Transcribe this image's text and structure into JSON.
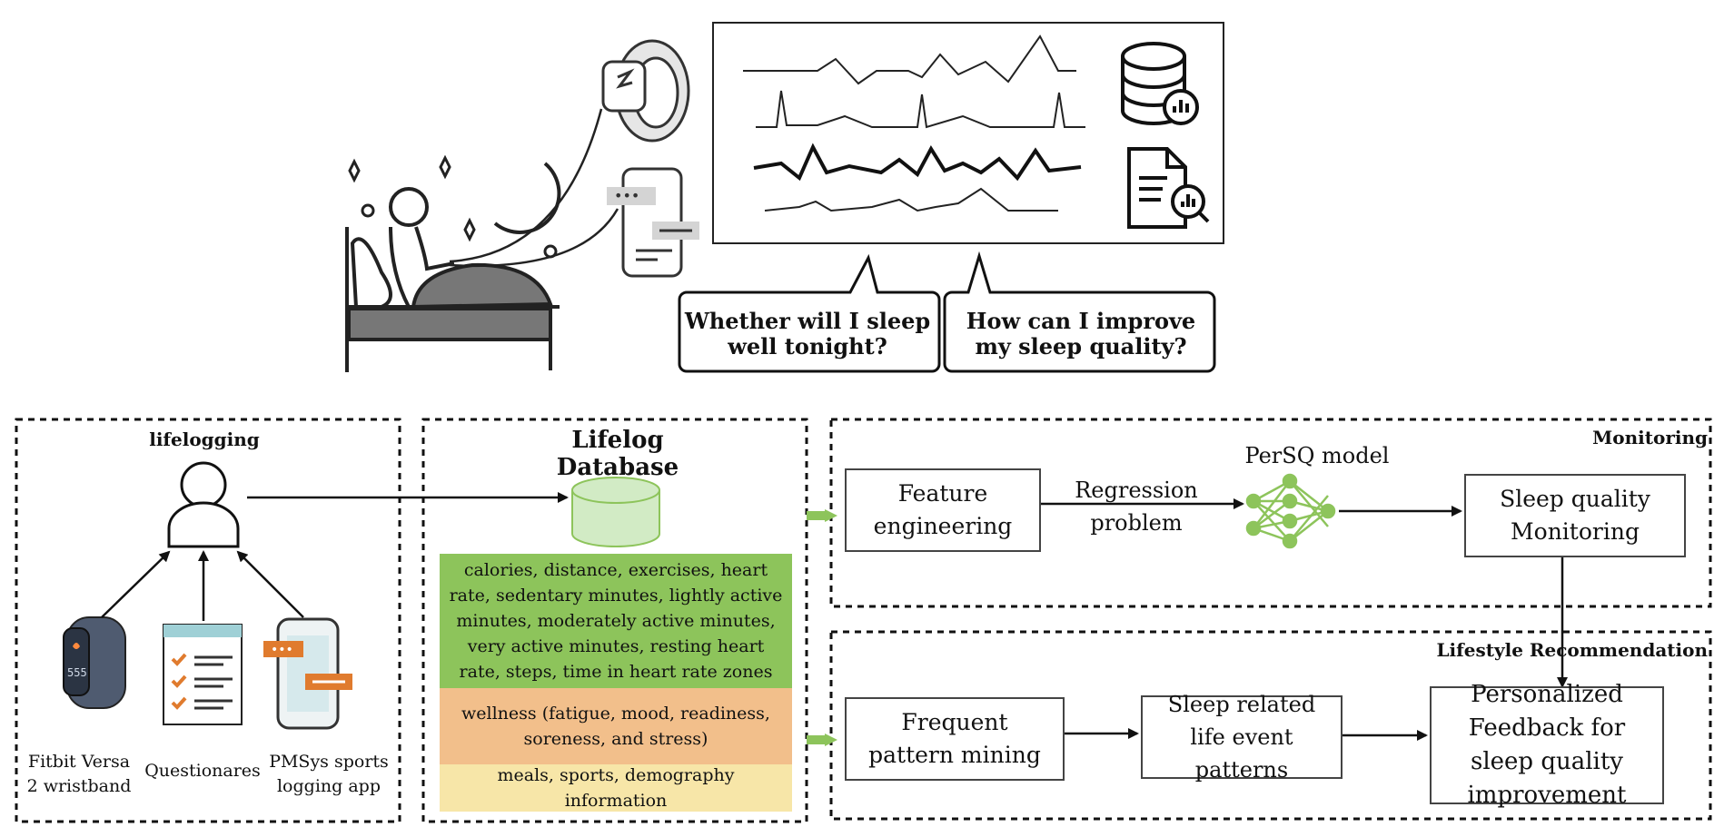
{
  "colors": {
    "green_band": "#8dc45b",
    "orange_band": "#f2bf8b",
    "yellow_band": "#f7e6a8",
    "green_accent": "#8dc45b",
    "db_fill": "#d2ebc5",
    "orange_icon": "#e07b2e"
  },
  "questions": {
    "q1": "Whether will I sleep well tonight?",
    "q2": "How can I improve my sleep quality?"
  },
  "lifelogging": {
    "title": "lifelogging",
    "sources": [
      "Fitbit Versa 2 wristband",
      "Questionares",
      "PMSys sports logging app"
    ]
  },
  "database": {
    "title": "Lifelog Database",
    "band_activity": "calories, distance, exercises, heart rate, sedentary minutes, lightly active minutes, moderately active minutes, very active minutes, resting heart rate, steps, time in heart rate zones",
    "band_wellness": "wellness (fatigue, mood, readiness, soreness, and stress)",
    "band_other": "meals, sports, demography information"
  },
  "monitoring": {
    "title": "Monitoring",
    "feature_engineering": "Feature engineering",
    "regression": "Regression problem",
    "model": "PerSQ model",
    "sleep_monitoring": "Sleep quality Monitoring"
  },
  "recommendation": {
    "title": "Lifestyle Recommendation",
    "pattern_mining": "Frequent pattern mining",
    "life_events": "Sleep related life event patterns",
    "feedback": "Personalized Feedback for sleep quality improvement"
  },
  "icons": [
    "sleeping-person-icon",
    "moon-icon",
    "star-icon",
    "smartwatch-icon",
    "smartphone-icon",
    "database-chart-icon",
    "report-chart-icon",
    "user-icon",
    "wristband-icon",
    "checklist-icon",
    "phone-app-icon",
    "neural-network-icon",
    "cylinder-database-icon"
  ]
}
